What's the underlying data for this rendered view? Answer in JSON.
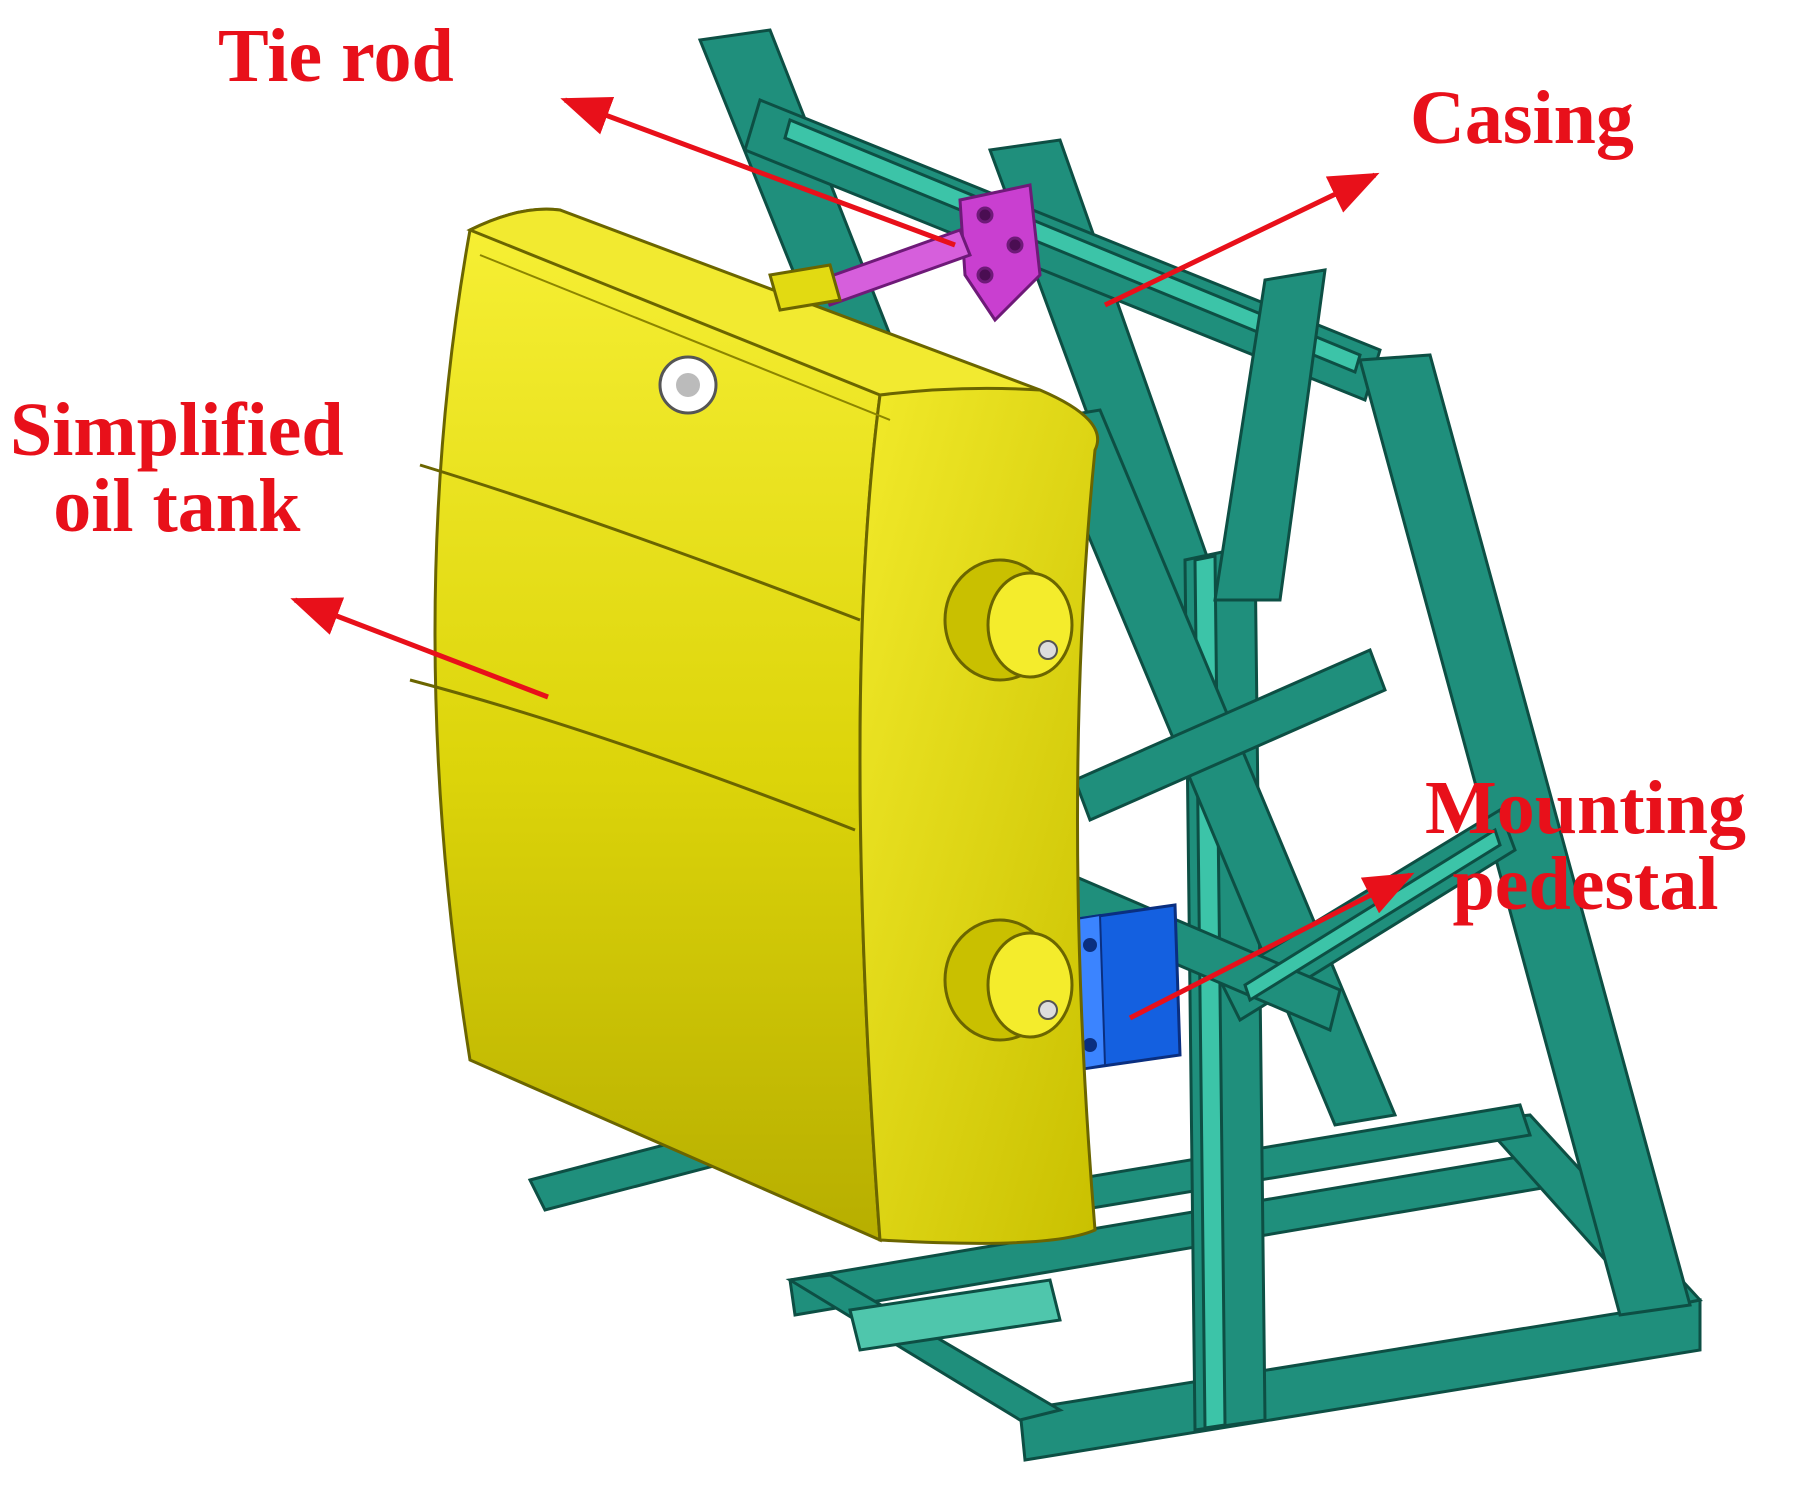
{
  "labels": {
    "tie_rod": "Tie rod",
    "casing": "Casing",
    "oil_tank_line1": "Simplified",
    "oil_tank_line2": "oil tank",
    "pedestal_line1": "Mounting",
    "pedestal_line2": "pedestal"
  },
  "colors": {
    "label_red": "#e8101a",
    "frame_teal": "#1f8f7c",
    "frame_teal_light": "#3cc4a8",
    "tank_yellow": "#e7e00a",
    "tank_shadow": "#a8a000",
    "tie_rod_magenta": "#c93fd0",
    "pedestal_blue": "#1460e0"
  }
}
